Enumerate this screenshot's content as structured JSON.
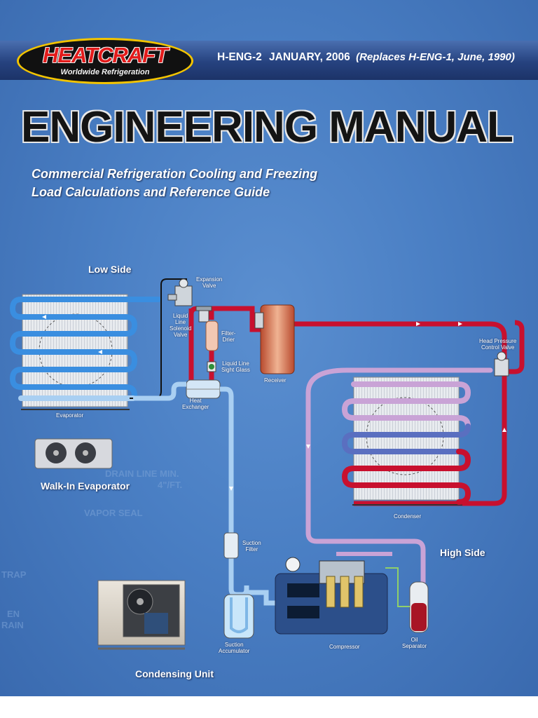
{
  "brand": {
    "name": "HEATCRAFT",
    "tagline": "Worldwide Refrigeration",
    "colors": {
      "logo_red": "#e21b1b",
      "logo_gold": "#f2c400",
      "cover_blue": "#4a7fc4"
    }
  },
  "header": {
    "doc_number": "H-ENG-2",
    "date": "JANUARY, 2006",
    "replaces": "(Replaces H-ENG-1, June, 1990)"
  },
  "title": "ENGINEERING MANUAL",
  "subtitle": {
    "line1": "Commercial Refrigeration Cooling and Freezing",
    "line2": "Load Calculations and Reference Guide"
  },
  "diagram": {
    "low_side": "Low Side",
    "high_side": "High Side",
    "labels": {
      "expansion_valve": [
        "Expansion",
        "Valve"
      ],
      "liquid_line_solenoid_valve": [
        "Liquid",
        "Line",
        "Solenoid",
        "Valve"
      ],
      "filter_drier": [
        "Filter-",
        "Drier"
      ],
      "liquid_line_sight_glass": [
        "Liquid Line",
        "Sight Glass"
      ],
      "receiver": "Receiver",
      "head_pressure_control_valve": [
        "Head Pressure",
        "Control Valve"
      ],
      "evaporator": "Evaporator",
      "heat_exchanger": [
        "Heat",
        "Exchanger"
      ],
      "condenser": "Condenser",
      "suction_filter": [
        "Suction",
        "Filter"
      ],
      "suction_accumulator": [
        "Suction",
        "Accumulator"
      ],
      "compressor": "Compressor",
      "oil_separator": [
        "Oil",
        "Separator"
      ]
    },
    "captions": {
      "walk_in_evaporator": "Walk-In Evaporator",
      "condensing_unit": "Condensing Unit"
    },
    "background_text": [
      "DRAIN LINE MIN.",
      "4\"/FT.",
      "VAPOR SEAL",
      "TRAP",
      "EN",
      "RAIN"
    ],
    "line_colors": {
      "hot_liquid": "#c8102e",
      "hot_gas_light": "#c9a3d6",
      "cold_suction": "#a9cff2",
      "evaporator_blue": "#3a8ee0"
    }
  }
}
